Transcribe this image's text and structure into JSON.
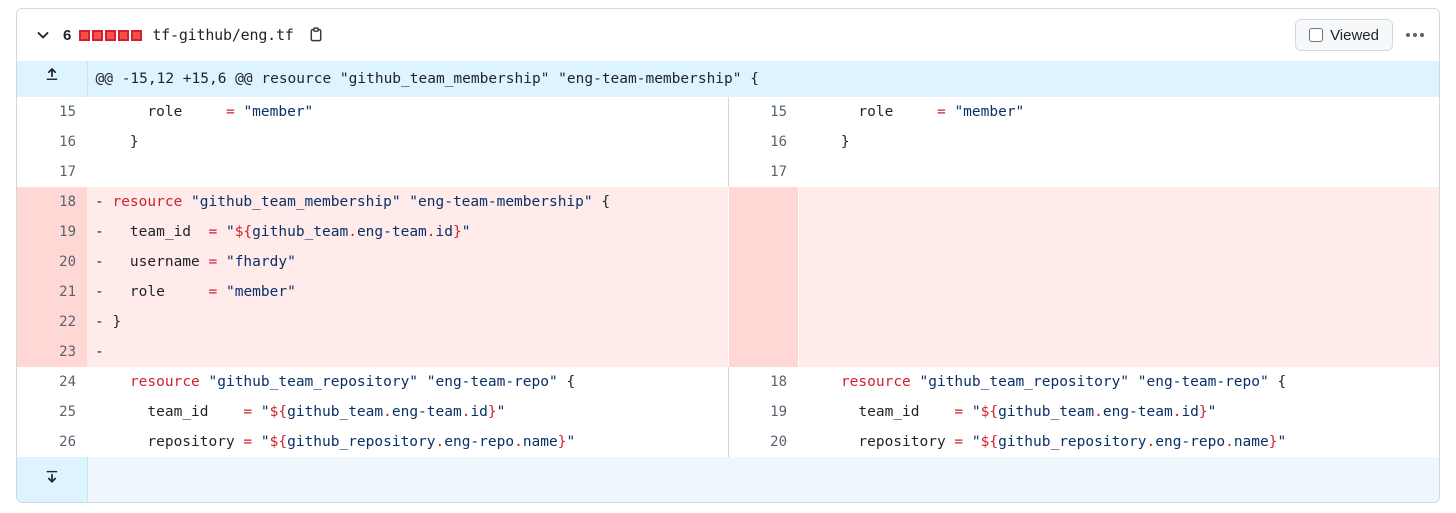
{
  "header": {
    "chevron_icon": "chevron-down-icon",
    "change_count": "6",
    "diffstat_blocks": 5,
    "diffstat_color": "#f85149",
    "file_path": "tf-github/eng.tf",
    "copy_icon": "clipboard-copy-icon",
    "viewed_label": "Viewed",
    "viewed_checked": false,
    "kebab_icon": "kebab-horizontal-icon"
  },
  "hunk": {
    "expand_up_icon": "expand-up-icon",
    "text": "@@ -15,12 +15,6 @@ resource \"github_team_membership\" \"eng-team-membership\" {"
  },
  "bottom": {
    "expand_down_icon": "expand-down-icon"
  },
  "rows": [
    {
      "type": "context",
      "left_num": "15",
      "right_num": "15",
      "left_marker": "",
      "right_marker": "",
      "left_tokens": [
        {
          "t": "    role",
          "c": "plain"
        },
        {
          "t": "     ",
          "c": "plain"
        },
        {
          "t": "=",
          "c": "pun"
        },
        {
          "t": " ",
          "c": "plain"
        },
        {
          "t": "\"member\"",
          "c": "str"
        }
      ],
      "right_tokens": [
        {
          "t": "    role",
          "c": "plain"
        },
        {
          "t": "     ",
          "c": "plain"
        },
        {
          "t": "=",
          "c": "pun"
        },
        {
          "t": " ",
          "c": "plain"
        },
        {
          "t": "\"member\"",
          "c": "str"
        }
      ]
    },
    {
      "type": "context",
      "left_num": "16",
      "right_num": "16",
      "left_marker": "",
      "right_marker": "",
      "left_tokens": [
        {
          "t": "  }",
          "c": "plain"
        }
      ],
      "right_tokens": [
        {
          "t": "  }",
          "c": "plain"
        }
      ]
    },
    {
      "type": "context",
      "left_num": "17",
      "right_num": "17",
      "left_marker": "",
      "right_marker": "",
      "left_tokens": [
        {
          "t": "",
          "c": "plain"
        }
      ],
      "right_tokens": [
        {
          "t": "",
          "c": "plain"
        }
      ]
    },
    {
      "type": "deletion",
      "left_num": "18",
      "right_num": "",
      "left_marker": "-",
      "left_tokens": [
        {
          "t": "resource",
          "c": "kw"
        },
        {
          "t": " ",
          "c": "plain"
        },
        {
          "t": "\"github_team_membership\"",
          "c": "str"
        },
        {
          "t": " ",
          "c": "plain"
        },
        {
          "t": "\"eng-team-membership\"",
          "c": "str"
        },
        {
          "t": " {",
          "c": "plain"
        }
      ]
    },
    {
      "type": "deletion",
      "left_num": "19",
      "right_num": "",
      "left_marker": "-",
      "left_tokens": [
        {
          "t": "  team_id  ",
          "c": "plain"
        },
        {
          "t": "=",
          "c": "pun"
        },
        {
          "t": " ",
          "c": "plain"
        },
        {
          "t": "\"",
          "c": "str"
        },
        {
          "t": "${",
          "c": "pun"
        },
        {
          "t": "github_team",
          "c": "str"
        },
        {
          "t": ".",
          "c": "pun"
        },
        {
          "t": "eng-team",
          "c": "str"
        },
        {
          "t": ".",
          "c": "pun"
        },
        {
          "t": "id",
          "c": "str"
        },
        {
          "t": "}",
          "c": "pun"
        },
        {
          "t": "\"",
          "c": "str"
        }
      ]
    },
    {
      "type": "deletion",
      "left_num": "20",
      "right_num": "",
      "left_marker": "-",
      "left_tokens": [
        {
          "t": "  username ",
          "c": "plain"
        },
        {
          "t": "=",
          "c": "pun"
        },
        {
          "t": " ",
          "c": "plain"
        },
        {
          "t": "\"fhardy\"",
          "c": "str"
        }
      ]
    },
    {
      "type": "deletion",
      "left_num": "21",
      "right_num": "",
      "left_marker": "-",
      "left_tokens": [
        {
          "t": "  role",
          "c": "plain"
        },
        {
          "t": "     ",
          "c": "plain"
        },
        {
          "t": "=",
          "c": "pun"
        },
        {
          "t": " ",
          "c": "plain"
        },
        {
          "t": "\"member\"",
          "c": "str"
        }
      ]
    },
    {
      "type": "deletion",
      "left_num": "22",
      "right_num": "",
      "left_marker": "-",
      "left_tokens": [
        {
          "t": "}",
          "c": "plain"
        }
      ]
    },
    {
      "type": "deletion",
      "left_num": "23",
      "right_num": "",
      "left_marker": "-",
      "left_tokens": [
        {
          "t": "",
          "c": "plain"
        }
      ]
    },
    {
      "type": "context",
      "left_num": "24",
      "right_num": "18",
      "left_marker": "",
      "right_marker": "",
      "left_tokens": [
        {
          "t": "  ",
          "c": "plain"
        },
        {
          "t": "resource",
          "c": "kw"
        },
        {
          "t": " ",
          "c": "plain"
        },
        {
          "t": "\"github_team_repository\"",
          "c": "str"
        },
        {
          "t": " ",
          "c": "plain"
        },
        {
          "t": "\"eng-team-repo\"",
          "c": "str"
        },
        {
          "t": " {",
          "c": "plain"
        }
      ],
      "right_tokens": [
        {
          "t": "  ",
          "c": "plain"
        },
        {
          "t": "resource",
          "c": "kw"
        },
        {
          "t": " ",
          "c": "plain"
        },
        {
          "t": "\"github_team_repository\"",
          "c": "str"
        },
        {
          "t": " ",
          "c": "plain"
        },
        {
          "t": "\"eng-team-repo\"",
          "c": "str"
        },
        {
          "t": " {",
          "c": "plain"
        }
      ]
    },
    {
      "type": "context",
      "left_num": "25",
      "right_num": "19",
      "left_marker": "",
      "right_marker": "",
      "left_tokens": [
        {
          "t": "    team_id    ",
          "c": "plain"
        },
        {
          "t": "=",
          "c": "pun"
        },
        {
          "t": " ",
          "c": "plain"
        },
        {
          "t": "\"",
          "c": "str"
        },
        {
          "t": "${",
          "c": "pun"
        },
        {
          "t": "github_team",
          "c": "str"
        },
        {
          "t": ".",
          "c": "pun"
        },
        {
          "t": "eng-team",
          "c": "str"
        },
        {
          "t": ".",
          "c": "pun"
        },
        {
          "t": "id",
          "c": "str"
        },
        {
          "t": "}",
          "c": "pun"
        },
        {
          "t": "\"",
          "c": "str"
        }
      ],
      "right_tokens": [
        {
          "t": "    team_id    ",
          "c": "plain"
        },
        {
          "t": "=",
          "c": "pun"
        },
        {
          "t": " ",
          "c": "plain"
        },
        {
          "t": "\"",
          "c": "str"
        },
        {
          "t": "${",
          "c": "pun"
        },
        {
          "t": "github_team",
          "c": "str"
        },
        {
          "t": ".",
          "c": "pun"
        },
        {
          "t": "eng-team",
          "c": "str"
        },
        {
          "t": ".",
          "c": "pun"
        },
        {
          "t": "id",
          "c": "str"
        },
        {
          "t": "}",
          "c": "pun"
        },
        {
          "t": "\"",
          "c": "str"
        }
      ]
    },
    {
      "type": "context",
      "left_num": "26",
      "right_num": "20",
      "left_marker": "",
      "right_marker": "",
      "left_tokens": [
        {
          "t": "    repository ",
          "c": "plain"
        },
        {
          "t": "=",
          "c": "pun"
        },
        {
          "t": " ",
          "c": "plain"
        },
        {
          "t": "\"",
          "c": "str"
        },
        {
          "t": "${",
          "c": "pun"
        },
        {
          "t": "github_repository",
          "c": "str"
        },
        {
          "t": ".",
          "c": "pun"
        },
        {
          "t": "eng-repo",
          "c": "str"
        },
        {
          "t": ".",
          "c": "pun"
        },
        {
          "t": "name",
          "c": "str"
        },
        {
          "t": "}",
          "c": "pun"
        },
        {
          "t": "\"",
          "c": "str"
        }
      ],
      "right_tokens": [
        {
          "t": "    repository ",
          "c": "plain"
        },
        {
          "t": "=",
          "c": "pun"
        },
        {
          "t": " ",
          "c": "plain"
        },
        {
          "t": "\"",
          "c": "str"
        },
        {
          "t": "${",
          "c": "pun"
        },
        {
          "t": "github_repository",
          "c": "str"
        },
        {
          "t": ".",
          "c": "pun"
        },
        {
          "t": "eng-repo",
          "c": "str"
        },
        {
          "t": ".",
          "c": "pun"
        },
        {
          "t": "name",
          "c": "str"
        },
        {
          "t": "}",
          "c": "pun"
        },
        {
          "t": "\"",
          "c": "str"
        }
      ]
    }
  ]
}
